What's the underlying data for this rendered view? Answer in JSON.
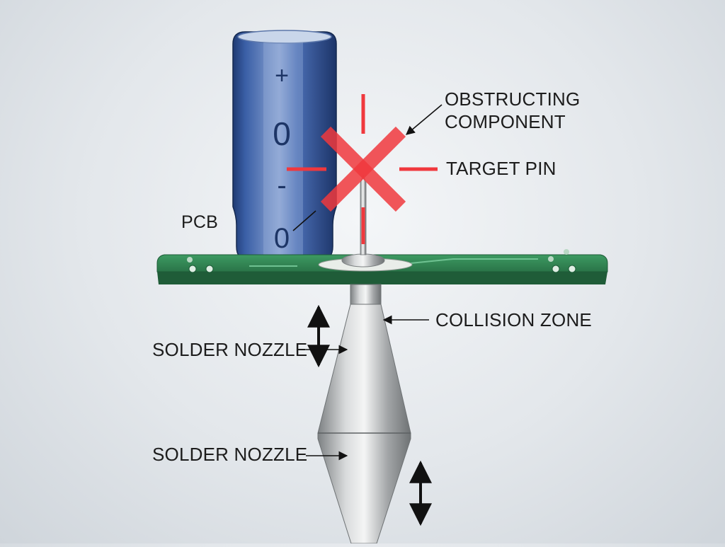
{
  "labels": {
    "obstructing_line1": "OBSTRUCTING",
    "obstructing_line2": "COMPONENT",
    "target_pin": "TARGET PIN",
    "pcb": "PCB",
    "collision_zone": "COLLISION ZONE",
    "solder_nozzle_upper": "SOLDER NOZZLE",
    "solder_nozzle_lower": "SOLDER NOZZLE"
  },
  "capacitor": {
    "marks": [
      "+",
      "0",
      "-",
      "0"
    ]
  },
  "colors": {
    "capacitor_blue": "#2f4f8f",
    "pcb_green": "#2f7d4f",
    "crosshair_red": "#f0383d",
    "nozzle_steel": "#a9acae"
  }
}
